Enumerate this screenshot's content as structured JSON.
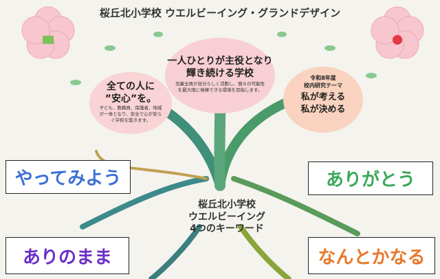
{
  "title": "桜丘北小学校 ウエルビーイング・グランドデザイン",
  "center_petal": {
    "heading_1": "一人ひとりが主役となり",
    "heading_2": "輝き続ける学校",
    "body": "児童全員が自分らしく活動し、個々の可能性を最大限に発揮できる環境を目指します。"
  },
  "left_petal": {
    "heading_1": "全ての人に",
    "heading_2": "”安心”を。",
    "body": "子ども、教職員、保護者、地域が一体となり、安全で心が安らぐ学校を築きます。"
  },
  "right_petal": {
    "label_1": "令和8年度",
    "label_2": "校内研究テーマ",
    "heading_1": "私が考える",
    "heading_2": "私が決める"
  },
  "center_label": {
    "line_1": "桜丘北小学校",
    "line_2": "ウエルビーイング",
    "line_3": "4つのキーワード"
  },
  "keywords": [
    {
      "text": "やってみよう",
      "color": "#3b6fd6"
    },
    {
      "text": "ありがとう",
      "color": "#3aa85a"
    },
    {
      "text": "ありのまま",
      "color": "#6a2fc8"
    },
    {
      "text": "なんとかなる",
      "color": "#e8782a"
    }
  ]
}
